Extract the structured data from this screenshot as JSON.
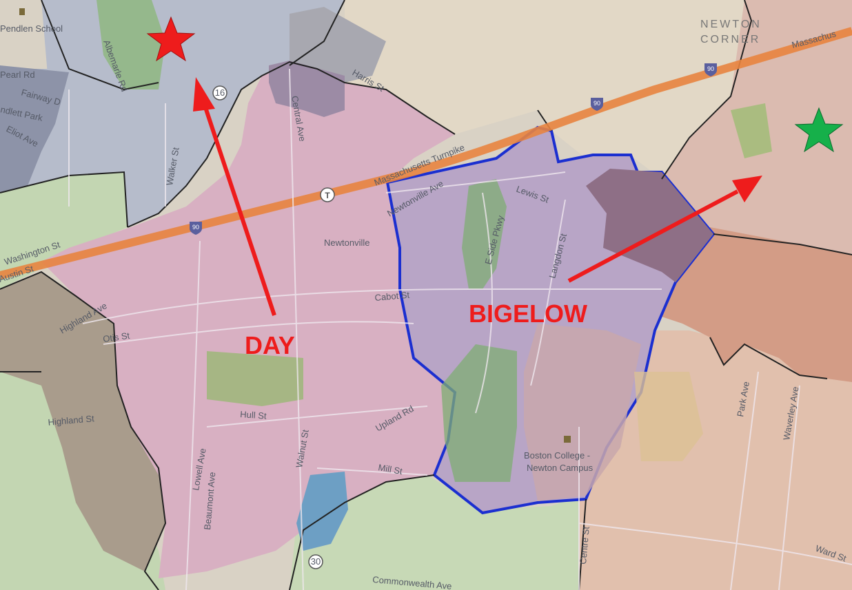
{
  "colors": {
    "base": "#d9d2c5",
    "pink_zone": "#d8b0c2",
    "blue_zone": "#b6bccb",
    "green_zone": "#c3d6b2",
    "brown_zone": "#a99c8c",
    "orange_zone": "#d39c86",
    "peach_zone": "#e1c0ad",
    "purple_zone": "#9c8ba5",
    "dark_purple": "#8e6f86",
    "bigelow_fill": "#b8a5c6",
    "bigelow_outline": "#1b2fd0",
    "annotation_red": "#ee1c1c",
    "star_red": "#ee1c1c",
    "star_green": "#16b04a",
    "highway": "#e8843f"
  },
  "labels": {
    "day": "DAY",
    "bigelow": "BIGELOW",
    "newton_corner_line1": "NEWTON",
    "newton_corner_line2": "CORNER",
    "newtonville": "Newtonville",
    "boston_college_line1": "Boston College -",
    "boston_college_line2": "Newton Campus"
  },
  "streets": {
    "massachusetts_turnpike": "Massachusetts Turnpike",
    "massachusetts": "Massachus",
    "albemarle_rd": "Albemarle Rd",
    "walker_st": "Walker St",
    "central_ave": "Central Ave",
    "harris_st": "Harris St",
    "fairway_dr": "Fairway D",
    "kendlett_park": "ndlett Park",
    "eliot_ave": "Eliot Ave",
    "washington_st": "Washington St",
    "austin_st": "Austin St",
    "highland_ave": "Highland Ave",
    "otis_st": "Otis St",
    "highland_st": "Highland St",
    "cabot_st": "Cabot St",
    "newtonville_ave": "Newtonville Ave",
    "e_side_pkwy": "E Side Pkwy",
    "lewis_st": "Lewis St",
    "langdon_st": "Langdon St",
    "hull_st": "Hull St",
    "upland_rd": "Upland Rd",
    "walnut_st": "Walnut St",
    "lowell_ave": "Lowell Ave",
    "beaumont_ave": "Beaumont Ave",
    "mill_st": "Mill St",
    "commonwealth_ave": "Commonwealth Ave",
    "centre_st": "Centre St",
    "park_ave": "Park Ave",
    "waverley_ave": "Waverley Ave",
    "ward_st": "Ward St",
    "pendlen_school": "Pendlen School",
    "pearl_rd": "Pearl Rd"
  },
  "shields": {
    "route_16": "16",
    "route_30": "30",
    "i90_a": "90",
    "i90_b": "90",
    "i90_c": "90"
  },
  "icons": {
    "red_star": "star-icon",
    "green_star": "star-icon",
    "transit": "T"
  }
}
